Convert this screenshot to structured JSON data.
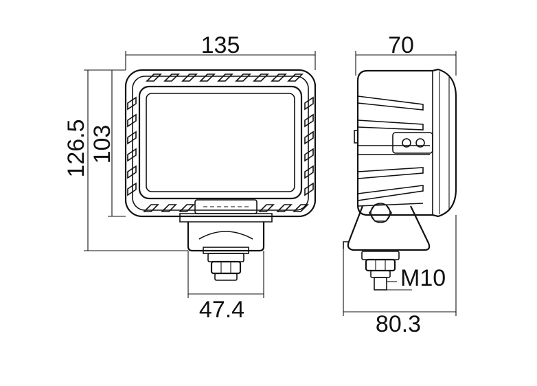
{
  "dimensions": {
    "front_width": "135",
    "side_depth": "70",
    "overall_height": "126.5",
    "lens_height": "103",
    "bracket_width": "47.4",
    "bolt_thread": "M10",
    "overall_depth": "80.3"
  }
}
